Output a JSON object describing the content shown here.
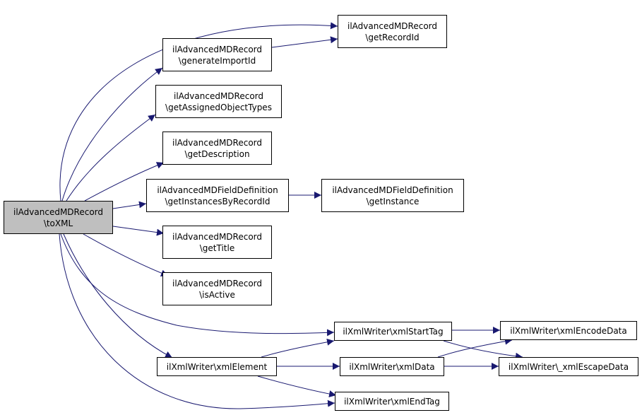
{
  "colors": {
    "edge": "#191970",
    "root_fill": "#bfbfbf",
    "node_fill": "#ffffff",
    "border": "#000000"
  },
  "nodes": [
    {
      "id": "toxml",
      "lines": [
        "ilAdvancedMDRecord",
        "\\toXML"
      ],
      "root": true
    },
    {
      "id": "getrecordid",
      "lines": [
        "ilAdvancedMDRecord",
        "\\getRecordId"
      ]
    },
    {
      "id": "generateimportid",
      "lines": [
        "ilAdvancedMDRecord",
        "\\generateImportId"
      ]
    },
    {
      "id": "getassignedobjecttypes",
      "lines": [
        "ilAdvancedMDRecord",
        "\\getAssignedObjectTypes"
      ]
    },
    {
      "id": "getdescription",
      "lines": [
        "ilAdvancedMDRecord",
        "\\getDescription"
      ]
    },
    {
      "id": "getinstancesbyrecordid",
      "lines": [
        "ilAdvancedMDFieldDefinition",
        "\\getInstancesByRecordId"
      ]
    },
    {
      "id": "getinstance",
      "lines": [
        "ilAdvancedMDFieldDefinition",
        "\\getInstance"
      ]
    },
    {
      "id": "gettitle",
      "lines": [
        "ilAdvancedMDRecord",
        "\\getTitle"
      ]
    },
    {
      "id": "isactive",
      "lines": [
        "ilAdvancedMDRecord",
        "\\isActive"
      ]
    },
    {
      "id": "xmlstarttag",
      "lines": [
        "ilXmlWriter\\xmlStartTag"
      ]
    },
    {
      "id": "xmlencodedata",
      "lines": [
        "ilXmlWriter\\xmlEncodeData"
      ]
    },
    {
      "id": "xmlelement",
      "lines": [
        "ilXmlWriter\\xmlElement"
      ]
    },
    {
      "id": "xmldata",
      "lines": [
        "ilXmlWriter\\xmlData"
      ]
    },
    {
      "id": "xmlescapedata",
      "lines": [
        "ilXmlWriter\\_xmlEscapeData"
      ]
    },
    {
      "id": "xmlendtag",
      "lines": [
        "ilXmlWriter\\xmlEndTag"
      ]
    }
  ],
  "edges": [
    {
      "from": "toxml",
      "to": "getrecordid"
    },
    {
      "from": "toxml",
      "to": "generateimportid"
    },
    {
      "from": "toxml",
      "to": "getassignedobjecttypes"
    },
    {
      "from": "toxml",
      "to": "getdescription"
    },
    {
      "from": "toxml",
      "to": "getinstancesbyrecordid"
    },
    {
      "from": "toxml",
      "to": "gettitle"
    },
    {
      "from": "toxml",
      "to": "isactive"
    },
    {
      "from": "toxml",
      "to": "xmlstarttag"
    },
    {
      "from": "toxml",
      "to": "xmlelement"
    },
    {
      "from": "toxml",
      "to": "xmlendtag"
    },
    {
      "from": "generateimportid",
      "to": "getrecordid"
    },
    {
      "from": "getinstancesbyrecordid",
      "to": "getinstance"
    },
    {
      "from": "xmlstarttag",
      "to": "xmlencodedata"
    },
    {
      "from": "xmlstarttag",
      "to": "xmlescapedata"
    },
    {
      "from": "xmlelement",
      "to": "xmlstarttag"
    },
    {
      "from": "xmlelement",
      "to": "xmldata"
    },
    {
      "from": "xmlelement",
      "to": "xmlendtag"
    },
    {
      "from": "xmldata",
      "to": "xmlencodedata"
    },
    {
      "from": "xmldata",
      "to": "xmlescapedata"
    }
  ]
}
